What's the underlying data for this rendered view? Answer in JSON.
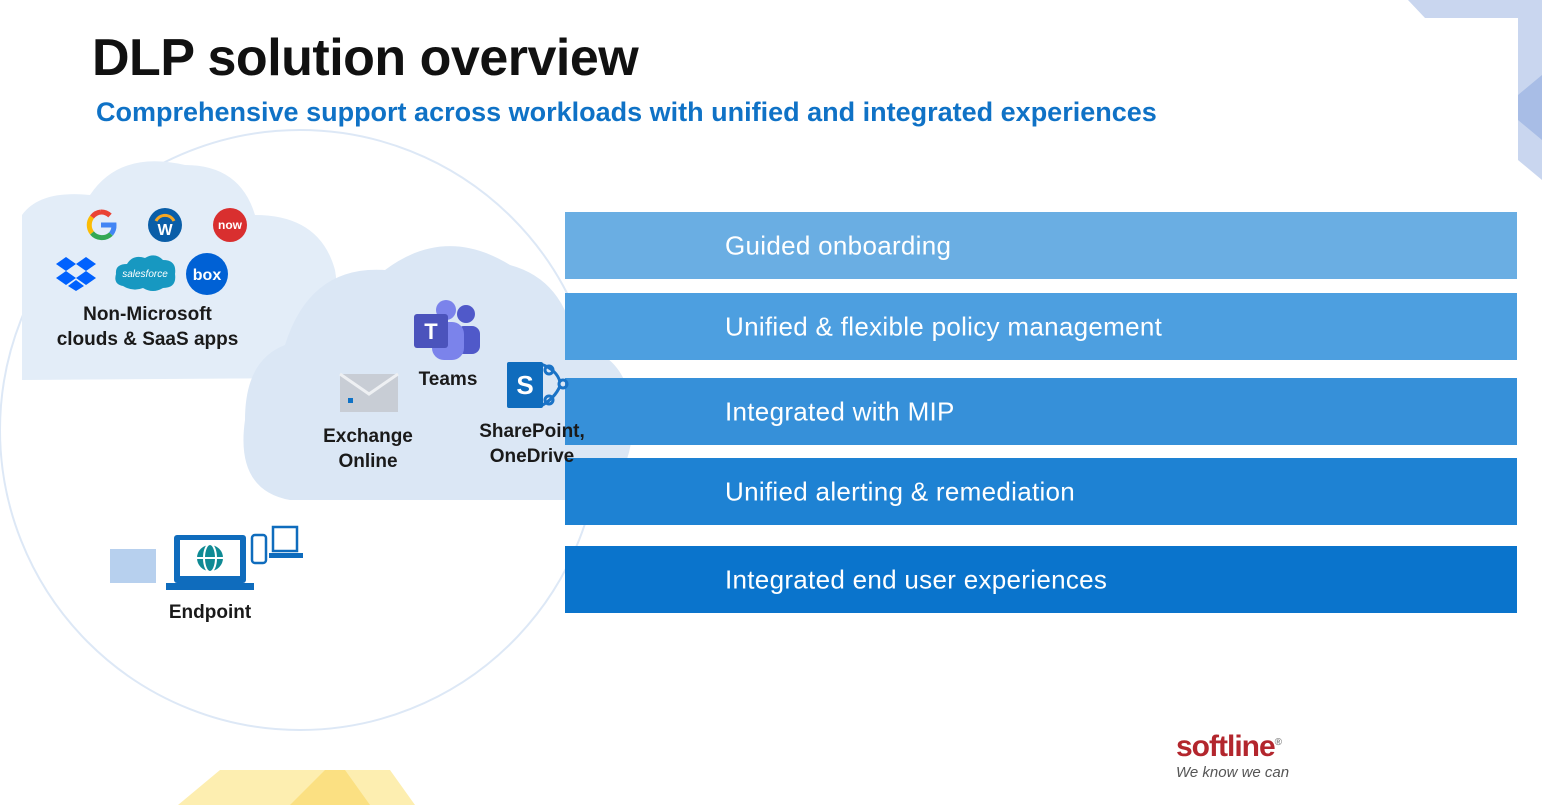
{
  "title": "DLP solution overview",
  "subtitle": "Comprehensive support across workloads with unified and integrated experiences",
  "bars": [
    {
      "label": "Guided onboarding",
      "color": "#6aaee3"
    },
    {
      "label": "Unified & flexible policy management",
      "color": "#4d9fe0"
    },
    {
      "label": "Integrated with MIP",
      "color": "#3690d9"
    },
    {
      "label": "Unified alerting & remediation",
      "color": "#1e82d3"
    },
    {
      "label": "Integrated end user experiences",
      "color": "#0a74cc"
    }
  ],
  "clouds": {
    "non_microsoft": {
      "line1": "Non-Microsoft",
      "line2": "clouds & SaaS apps",
      "icons": [
        "google-icon",
        "workday-icon",
        "servicenow-icon",
        "dropbox-icon",
        "salesforce-icon",
        "box-icon"
      ],
      "salesforce_text": "salesforce",
      "box_text": "box",
      "now_text": "now",
      "workday_text": "W"
    },
    "microsoft": {
      "teams": "Teams",
      "exchange_line1": "Exchange",
      "exchange_line2": "Online",
      "sharepoint_line1": "SharePoint,",
      "sharepoint_line2": "OneDrive",
      "teams_letter": "T",
      "sharepoint_letter": "S"
    }
  },
  "endpoint": {
    "label": "Endpoint"
  },
  "brand": {
    "name": "softline",
    "tagline": "We know we can",
    "registered": "®"
  }
}
